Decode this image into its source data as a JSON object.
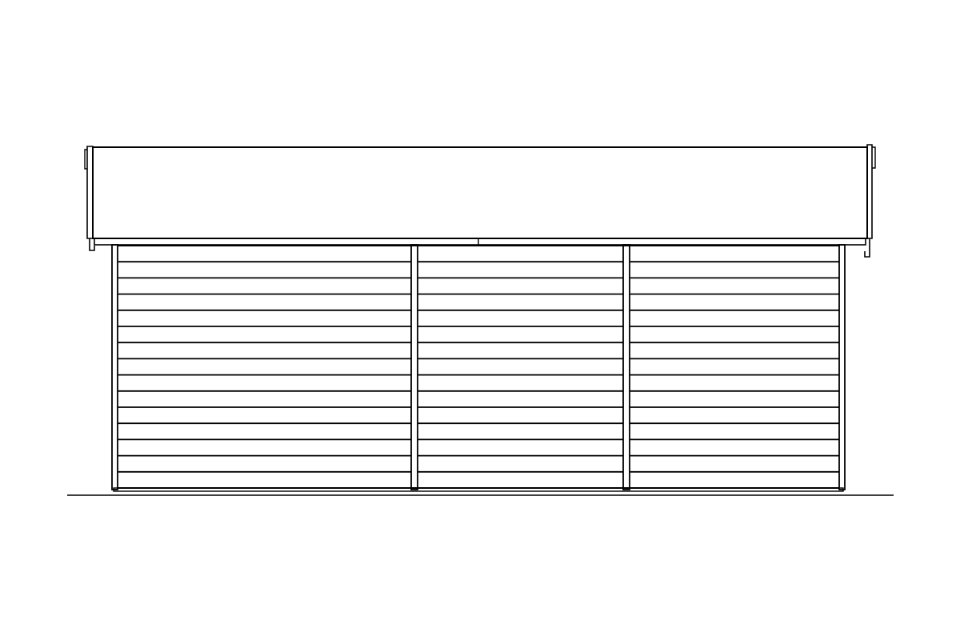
{
  "drawing": {
    "view": "elevation",
    "subject": "garden-house-wall",
    "line_color": "#000000",
    "background": "#ffffff",
    "wall": {
      "panel_count": 3,
      "horizontal_board_count": 15
    },
    "labels": []
  }
}
